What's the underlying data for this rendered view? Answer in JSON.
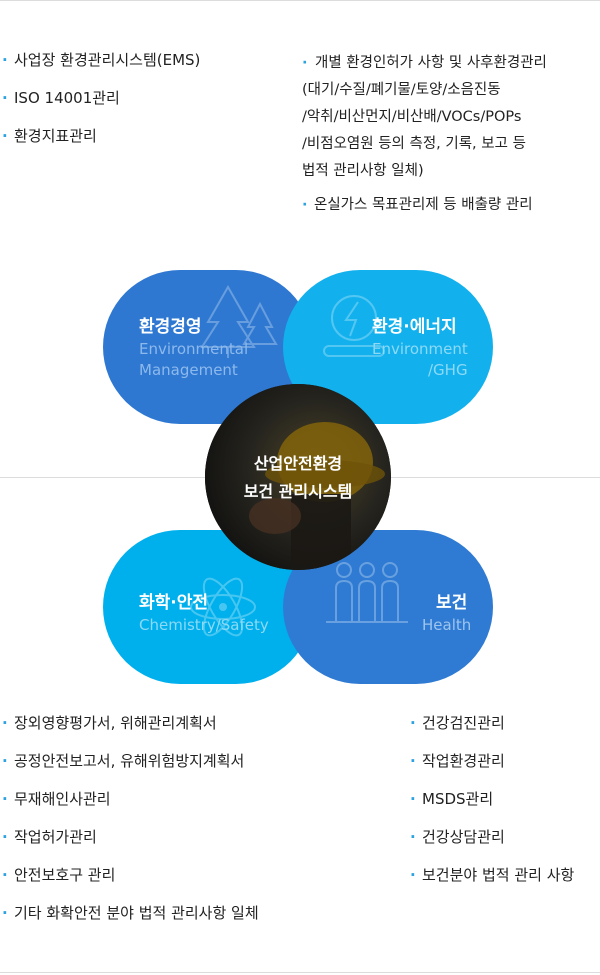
{
  "top_left_items": [
    "사업장 환경관리시스템(EMS)",
    "ISO 14001관리",
    "환경지표관리"
  ],
  "top_right_items": [
    {
      "lines": [
        "개별 환경인허가 사항 및 사후환경관리",
        "(대기/수질/폐기물/토양/소음진동",
        "/악취/비산먼지/비산배/VOCs/POPs",
        "/비점오염원 등의 측정, 기록, 보고 등",
        "법적 관리사항 일체)"
      ]
    },
    {
      "lines": [
        "온실가스 목표관리제 등 배출량 관리"
      ]
    }
  ],
  "blobs": {
    "env_mgmt": {
      "title": "환경경영",
      "sub1": "Environmental",
      "sub2": "Management",
      "icon": "tree-icon"
    },
    "env_energy": {
      "title": "환경·에너지",
      "sub1": "Environment",
      "sub2": "/GHG",
      "icon": "energy-bolt-icon"
    },
    "chem_safety": {
      "title": "화학·안전",
      "sub1": "Chemistry/Safety",
      "icon": "atom-icon"
    },
    "health": {
      "title": "보건",
      "sub1": "Health",
      "icon": "people-icon"
    }
  },
  "center": {
    "line1": "산업안전환경",
    "line2": "보건 관리시스템"
  },
  "bottom_left_items": [
    "장외영향평가서, 위해관리계획서",
    "공정안전보고서, 유해위험방지계획서",
    "무재해인사관리",
    "작업허가관리",
    "안전보호구 관리",
    "기타 화확안전 분야 법적 관리사항 일체"
  ],
  "bottom_right_items": [
    "건강검진관리",
    "작업환경관리",
    "MSDS관리",
    "건강상담관리",
    "보건분야 법적 관리 사항"
  ],
  "colors": {
    "dark_blue": "#2e78d2",
    "light_blue": "#12b1ee",
    "cyan": "#00b0ec",
    "mid_blue": "#2f7bd3",
    "bullet": "#2aa3e0"
  }
}
